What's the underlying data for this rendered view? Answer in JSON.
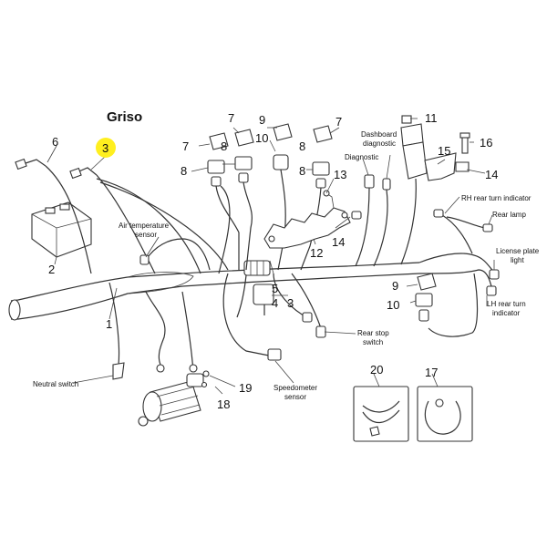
{
  "title": "Griso",
  "highlight_color": "#ffef1f",
  "parts": {
    "p1": "1",
    "p2": "2",
    "p3a": "3",
    "p3b": "3",
    "p4": "4",
    "p5": "5",
    "p7a": "7",
    "p7b": "7",
    "p7c": "7",
    "p8a": "8",
    "p8b": "8",
    "p8c": "8",
    "p8d": "8",
    "p9a": "9",
    "p9b": "9",
    "p10a": "10",
    "p10b": "10",
    "p11": "11",
    "p12": "12",
    "p13": "13",
    "p14a": "14",
    "p14b": "14",
    "p15": "15",
    "p16": "16",
    "p17": "17",
    "p18": "18",
    "p19": "19",
    "p20": "20",
    "p6": "6"
  },
  "labels": {
    "air_temp": [
      "Air temperature",
      "sensor"
    ],
    "dashboard": [
      "Dashboard",
      "diagnostic"
    ],
    "diagnostic": "Diagnostic",
    "rh_turn": "RH rear turn indicator",
    "rear_lamp": "Rear lamp",
    "license": [
      "License plate",
      "light"
    ],
    "lh_turn": [
      "LH rear turn",
      "indicator"
    ],
    "rear_stop": [
      "Rear stop",
      "switch"
    ],
    "speedometer": [
      "Speedometer",
      "sensor"
    ],
    "neutral": "Neutral switch"
  }
}
